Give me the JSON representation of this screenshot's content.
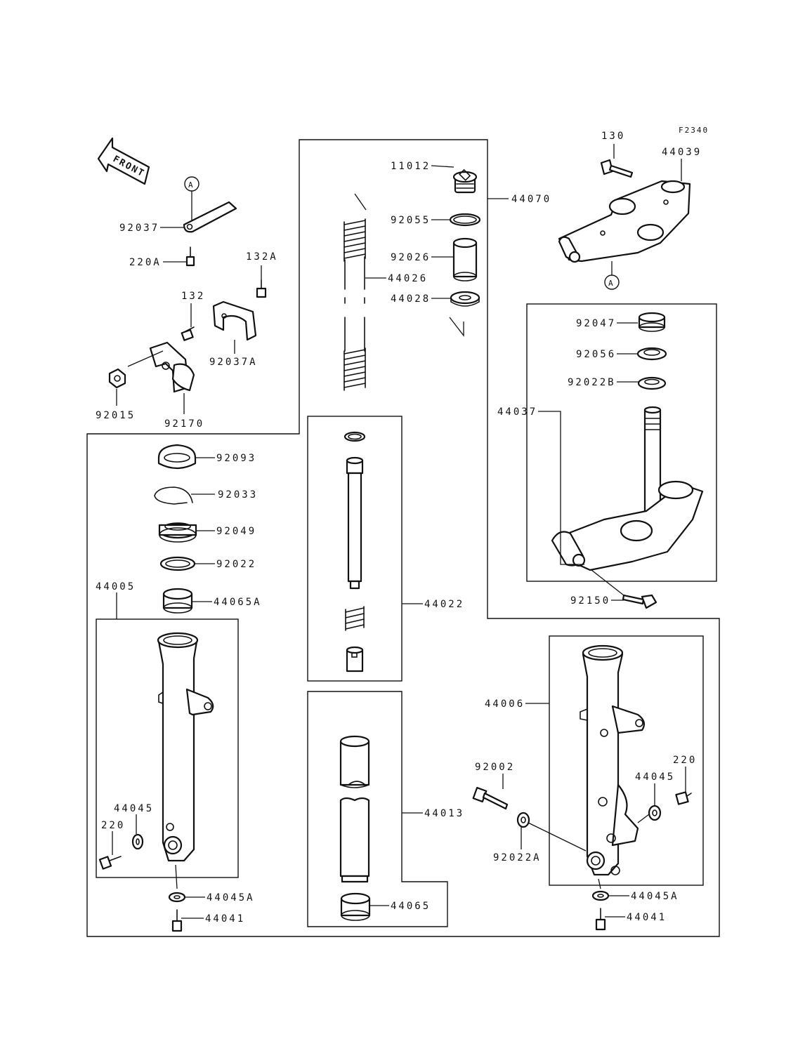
{
  "figure_code": "F2340",
  "front_label": "FRONT",
  "ref_mark": "A",
  "labels": {
    "p11012": "11012",
    "p92055": "92055",
    "p92026": "92026",
    "p44026": "44026",
    "p44028": "44028",
    "p44070": "44070",
    "p130": "130",
    "p44039": "44039",
    "p92037": "92037",
    "p220A": "220A",
    "p132A": "132A",
    "p132": "132",
    "p92037A": "92037A",
    "p92015": "92015",
    "p92170": "92170",
    "p92047": "92047",
    "p92056": "92056",
    "p92022B": "92022B",
    "p44037": "44037",
    "p92150": "92150",
    "p92093": "92093",
    "p92033": "92033",
    "p92049": "92049",
    "p92022": "92022",
    "p44065A": "44065A",
    "p44005": "44005",
    "p44022": "44022",
    "p44006": "44006",
    "p92002": "92002",
    "p220R": "220",
    "p44045R": "44045",
    "p92022A": "92022A",
    "p44045L": "44045",
    "p220L": "220",
    "p44013": "44013",
    "p44045AL": "44045A",
    "p44041L": "44041",
    "p44065": "44065",
    "p44045AR": "44045A",
    "p44041R": "44041"
  }
}
